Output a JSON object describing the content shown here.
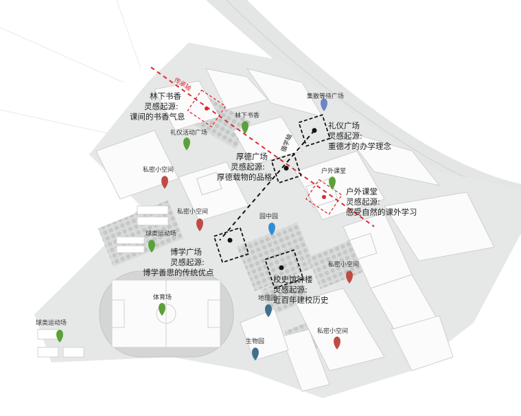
{
  "map": {
    "axes": [
      {
        "label": "传承轴",
        "color": "#d9282f"
      },
      {
        "label": "循学轴",
        "color": "#111111"
      }
    ],
    "pins": [
      {
        "label": "集散等待广场",
        "color": "#6a86c4"
      },
      {
        "label": "林下书香",
        "color": "#5aa13a"
      },
      {
        "label": "礼仪活动广场",
        "color": "#5aa13a"
      },
      {
        "label": "私密小空间",
        "color": "#c04a44"
      },
      {
        "label": "户外课堂",
        "color": "#5aa13a"
      },
      {
        "label": "私密小空间",
        "color": "#c04a44"
      },
      {
        "label": "园中园",
        "color": "#2f8fd6"
      },
      {
        "label": "球类运动场",
        "color": "#5aa13a"
      },
      {
        "label": "私密小空间",
        "color": "#c04a44"
      },
      {
        "label": "体育场",
        "color": "#5aa13a"
      },
      {
        "label": "地理园",
        "color": "#3f6f8c"
      },
      {
        "label": "球类运动场",
        "color": "#5aa13a"
      },
      {
        "label": "私密小空间",
        "color": "#c04a44"
      },
      {
        "label": "生物园",
        "color": "#3f6f8c"
      }
    ],
    "annotations": [
      {
        "lines": [
          "林下书香",
          "灵感起源:",
          "课间的书香气息"
        ]
      },
      {
        "lines": [
          "礼仪广场",
          "灵感起源:",
          "重德才的办学理念"
        ]
      },
      {
        "lines": [
          "厚德广场",
          "灵感起源:",
          "厚德载物的品格"
        ]
      },
      {
        "lines": [
          "户外课堂",
          "灵感起源:",
          "感受自然的课外学习"
        ]
      },
      {
        "lines": [
          "博学广场",
          "灵感起源:",
          "博学善思的传统优点"
        ]
      },
      {
        "lines": [
          "校史馆钟楼",
          "灵感起源:",
          "近百年建校历史"
        ]
      }
    ]
  }
}
